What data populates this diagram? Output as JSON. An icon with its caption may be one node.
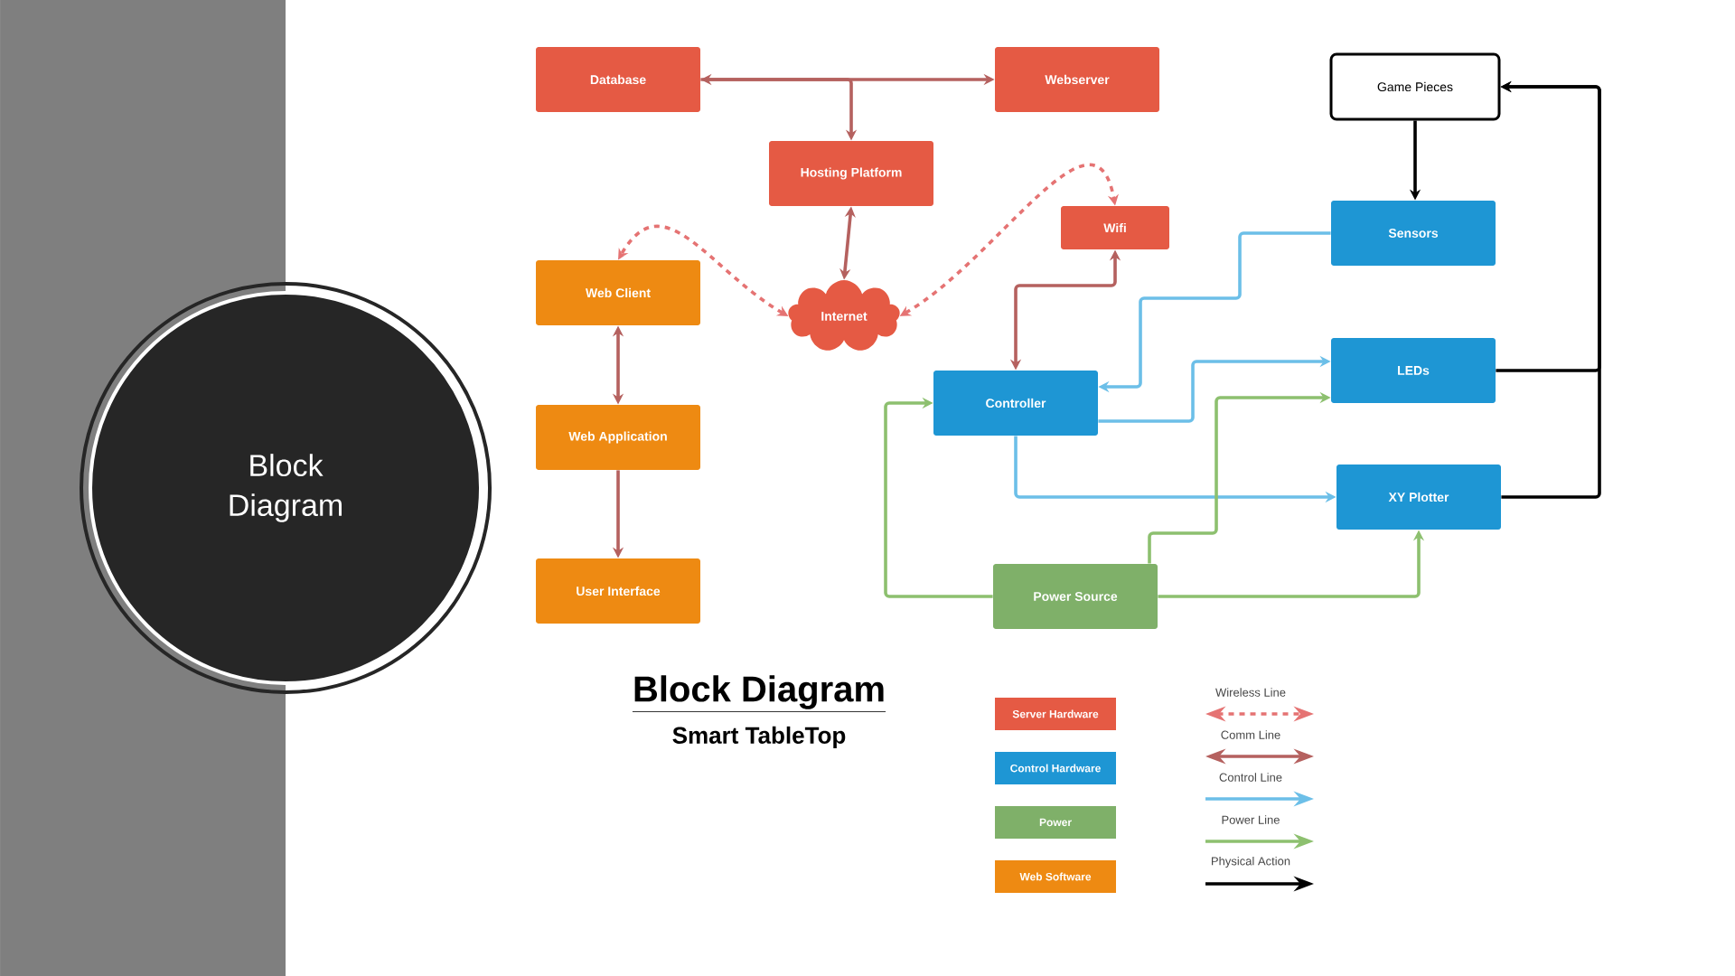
{
  "diagram": {
    "title": "Block Diagram",
    "nodes": [
      {
        "text": [
          "Block Diagram"
        ]
      },
      {
        "text": [
          "Database"
        ]
      },
      {
        "text": [
          "Webserver"
        ]
      },
      {
        "text": [
          "Hosting Platform"
        ]
      },
      {
        "text": [
          "Wifi"
        ]
      },
      {
        "text": [
          "Web Client"
        ]
      },
      {
        "text": [
          "Internet"
        ]
      },
      {
        "text": [
          "Game Pieces"
        ]
      },
      {
        "text": [
          "Sensors"
        ]
      },
      {
        "text": [
          "LEDs"
        ]
      },
      {
        "text": [
          "Controller"
        ]
      },
      {
        "text": [
          "Web Application"
        ]
      },
      {
        "text": [
          "XY Plotter"
        ]
      },
      {
        "text": [
          "User Interface"
        ]
      },
      {
        "text": [
          "Power Source"
        ]
      }
    ],
    "edges": [
      {
        "from": 1,
        "to": 2,
        "arrow": "both"
      },
      {
        "from": 1,
        "to": 3,
        "arrow": "to"
      },
      {
        "from": 3,
        "to": 6,
        "arrow": "both"
      },
      {
        "from": 6,
        "to": 5,
        "arrow": "both",
        "style": "dashed",
        "color": "#e57373"
      },
      {
        "from": 6,
        "to": 4,
        "arrow": "both",
        "style": "dashed",
        "color": "#e57373"
      },
      {
        "from": 4,
        "to": 10,
        "arrow": "both"
      },
      {
        "from": 5,
        "to": 11,
        "arrow": "both"
      },
      {
        "from": 11,
        "to": 13,
        "arrow": "to"
      },
      {
        "from": 7,
        "to": 8,
        "arrow": "to",
        "color": "#000000"
      },
      {
        "from": 9,
        "to": 7,
        "arrow": "to",
        "color": "#000000"
      },
      {
        "from": 12,
        "to": 7,
        "arrow": "to",
        "color": "#000000"
      },
      {
        "from": 8,
        "to": 10,
        "arrow": "to",
        "color": "#6cbfe8"
      },
      {
        "from": 10,
        "to": 9,
        "arrow": "to",
        "color": "#6cbfe8"
      },
      {
        "from": 10,
        "to": 12,
        "arrow": "to",
        "color": "#6cbfe8"
      },
      {
        "from": 14,
        "to": 10,
        "arrow": "to",
        "color": "#8dc06f"
      },
      {
        "from": 14,
        "to": 9,
        "arrow": "to",
        "color": "#8dc06f"
      },
      {
        "from": 14,
        "to": 12,
        "arrow": "to",
        "color": "#8dc06f"
      }
    ],
    "labels": [
      "Smart TableTop"
    ],
    "legend": [
      {
        "text": "Server Hardware",
        "color": "#e55a44"
      },
      {
        "text": "Control Hardware",
        "color": "#1e96d4"
      },
      {
        "text": "Power",
        "color": "#7fb069"
      },
      {
        "text": "Web Software",
        "color": "#ee8a12"
      },
      {
        "text": "Wireless Line"
      },
      {
        "text": "Comm Line"
      },
      {
        "text": "Control Line"
      },
      {
        "text": "Power Line"
      },
      {
        "text": "Physical Action"
      }
    ]
  }
}
